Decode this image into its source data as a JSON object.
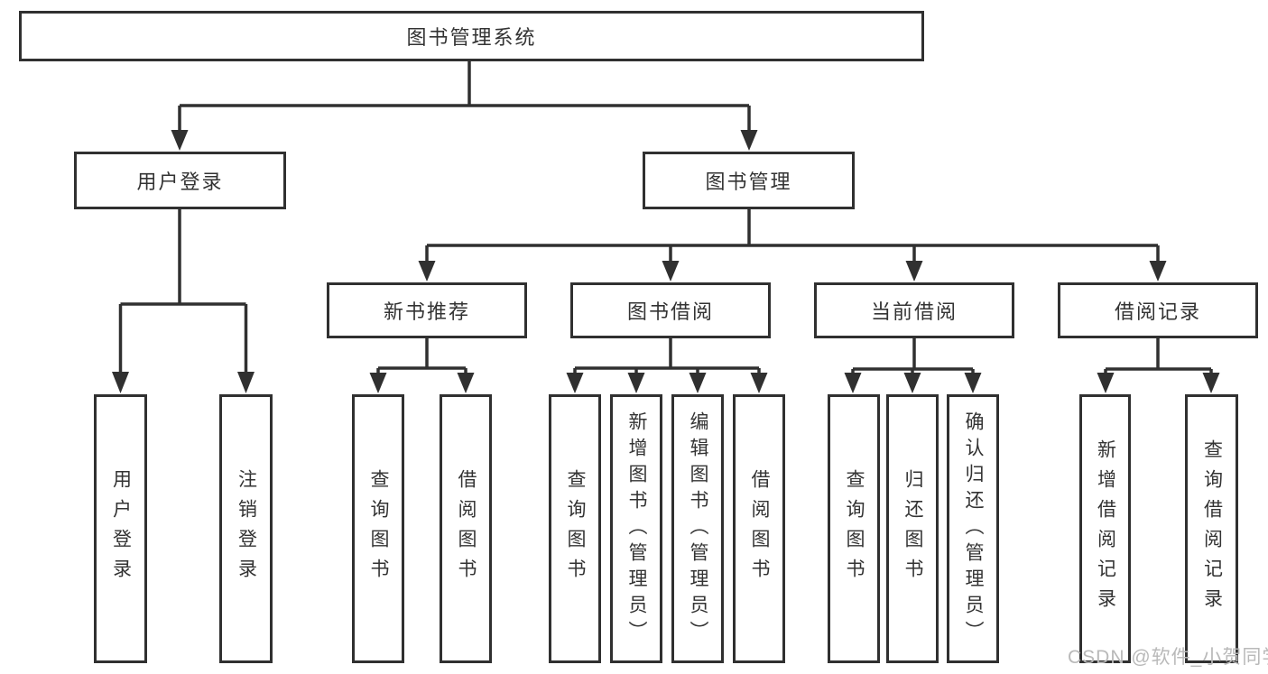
{
  "colors": {
    "line": "#303030",
    "text": "#333333",
    "watermark": "#b9b9b9",
    "node-bg": "#ffffff"
  },
  "watermark": "CSDN @软件_小贺同学",
  "tree": {
    "root": "图书管理系统",
    "branches": [
      {
        "label": "用户登录",
        "leaves": [
          "用户登录",
          "注销登录"
        ]
      },
      {
        "label": "图书管理",
        "sections": [
          {
            "label": "新书推荐",
            "leaves": [
              "查询图书",
              "借阅图书"
            ]
          },
          {
            "label": "图书借阅",
            "leaves": [
              "查询图书",
              "新增图书（管理员）",
              "编辑图书（管理员）",
              "借阅图书"
            ]
          },
          {
            "label": "当前借阅",
            "leaves": [
              "查询图书",
              "归还图书",
              "确认归还（管理员）"
            ]
          },
          {
            "label": "借阅记录",
            "leaves": [
              "新增借阅记录",
              "查询借阅记录"
            ]
          }
        ]
      }
    ]
  }
}
